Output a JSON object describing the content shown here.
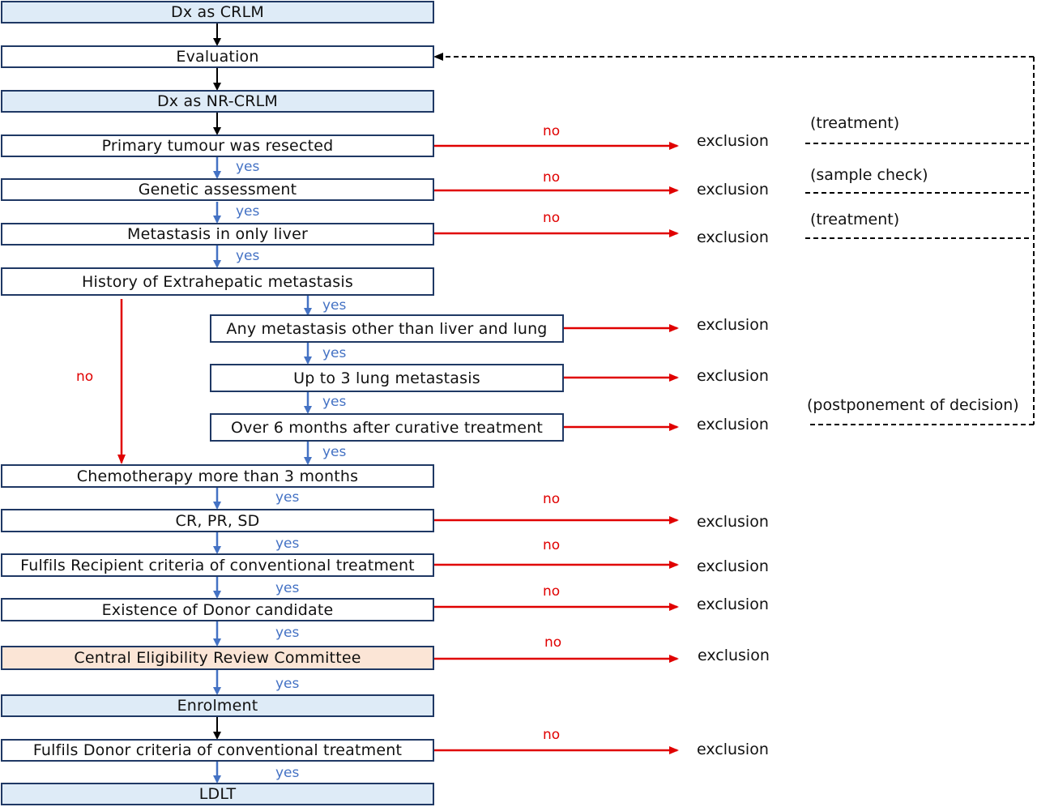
{
  "boxes": {
    "dx_crlm": "Dx as CRLM",
    "evaluation": "Evaluation",
    "dx_nr_crlm": "Dx as NR-CRLM",
    "primary_resected": "Primary tumour was resected",
    "genetic": "Genetic assessment",
    "liver_only": "Metastasis in only liver",
    "history_extrahepatic": "History of Extrahepatic metastasis",
    "other_than_liver_lung": "Any metastasis other than liver and lung",
    "lung_up_to_3": "Up to 3 lung metastasis",
    "over_6_months": "Over 6 months after curative treatment",
    "chemo": "Chemotherapy more than 3 months",
    "response": "CR, PR, SD",
    "recipient_criteria": "Fulfils Recipient criteria of conventional treatment",
    "donor_candidate": "Existence of Donor candidate",
    "committee": "Central Eligibility Review Committee",
    "enrolment": "Enrolment",
    "donor_criteria": "Fulfils Donor criteria of conventional treatment",
    "ldlt": "LDLT"
  },
  "labels": {
    "yes": "yes",
    "no": "no",
    "exclusion": "exclusion"
  },
  "notes": {
    "treatment": "(treatment)",
    "sample_check": "(sample check)",
    "postponement": "(postponement of decision)"
  },
  "colors": {
    "yes_arrow": "#4472c4",
    "no_arrow": "#e00000",
    "box_border": "#1f3864",
    "blue_fill": "#deebf7",
    "peach_fill": "#fbe5d6"
  }
}
